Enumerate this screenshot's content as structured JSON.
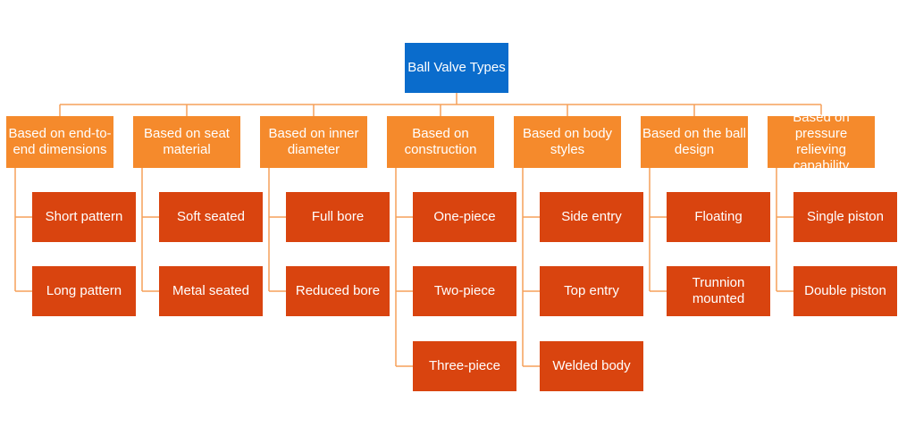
{
  "colors": {
    "root": "#0a6ccc",
    "category": "#f58a2c",
    "leaf": "#d9440f",
    "connector": "#f5a15a"
  },
  "root": {
    "label": "Ball Valve Types"
  },
  "categories": [
    {
      "label": "Based on end-to-end dimensions",
      "children": [
        "Short pattern",
        "Long pattern"
      ]
    },
    {
      "label": "Based on seat material",
      "children": [
        "Soft seated",
        "Metal seated"
      ]
    },
    {
      "label": "Based on inner diameter",
      "children": [
        "Full bore",
        "Reduced bore"
      ]
    },
    {
      "label": "Based on construction",
      "children": [
        "One-piece",
        "Two-piece",
        "Three-piece"
      ]
    },
    {
      "label": "Based on body styles",
      "children": [
        "Side entry",
        "Top entry",
        "Welded body"
      ]
    },
    {
      "label": "Based on the ball design",
      "children": [
        "Floating",
        "Trunnion mounted"
      ]
    },
    {
      "label": "Based on pressure relieving capability",
      "children": [
        "Single piston",
        "Double piston"
      ]
    }
  ]
}
